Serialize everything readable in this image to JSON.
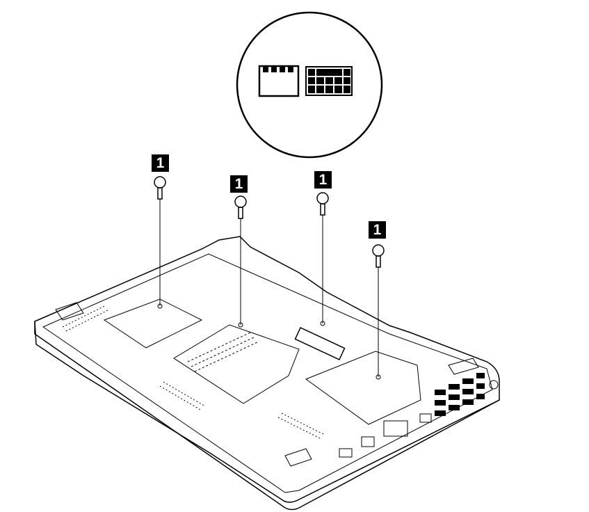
{
  "diagram": {
    "callouts": [
      {
        "label": "1"
      },
      {
        "label": "1"
      },
      {
        "label": "1"
      },
      {
        "label": "1"
      }
    ],
    "inset_icons": [
      "memory-card-icon",
      "keyboard-icon"
    ],
    "colors": {
      "line": "#000000",
      "background": "#ffffff",
      "callout_bg": "#000000",
      "callout_text": "#ffffff"
    }
  }
}
